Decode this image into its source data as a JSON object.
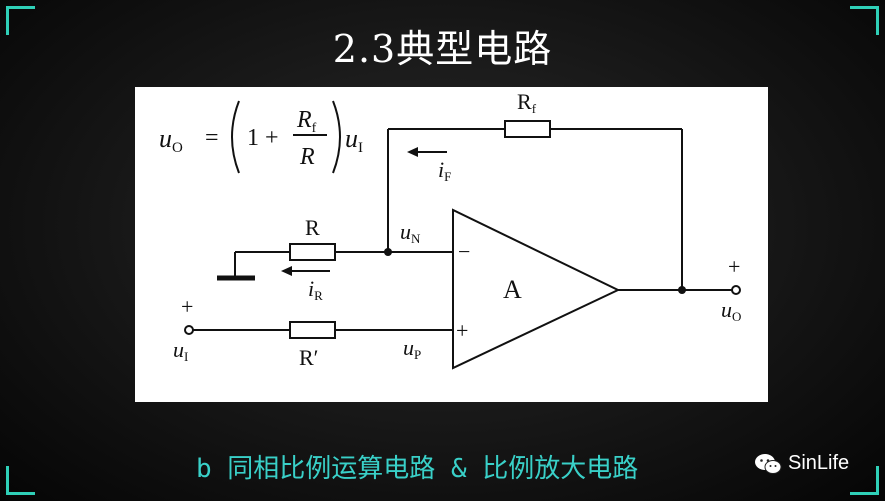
{
  "title": "2.3典型电路",
  "caption": "b 同相比例运算电路 & 比例放大电路",
  "watermark": "SinLife",
  "diagram": {
    "formula": {
      "lhs": "u",
      "lhs_sub": "O",
      "equals": "=",
      "one_plus": "1 +",
      "num": "R",
      "num_sub": "f",
      "den": "R",
      "tail": "u",
      "tail_sub": "I"
    },
    "labels": {
      "rf": "R",
      "rf_sub": "f",
      "if": "i",
      "if_sub": "F",
      "r": "R",
      "ir": "i",
      "ir_sub": "R",
      "un": "u",
      "un_sub": "N",
      "up": "u",
      "up_sub": "P",
      "rprime": "R′",
      "ui": "u",
      "ui_sub": "I",
      "uo": "u",
      "uo_sub": "O",
      "amp": "A",
      "minus": "−",
      "plus": "+",
      "plus_in": "+",
      "plus_out": "+"
    }
  },
  "colors": {
    "accent": "#39d0c8",
    "corner": "#2fd0b8"
  }
}
